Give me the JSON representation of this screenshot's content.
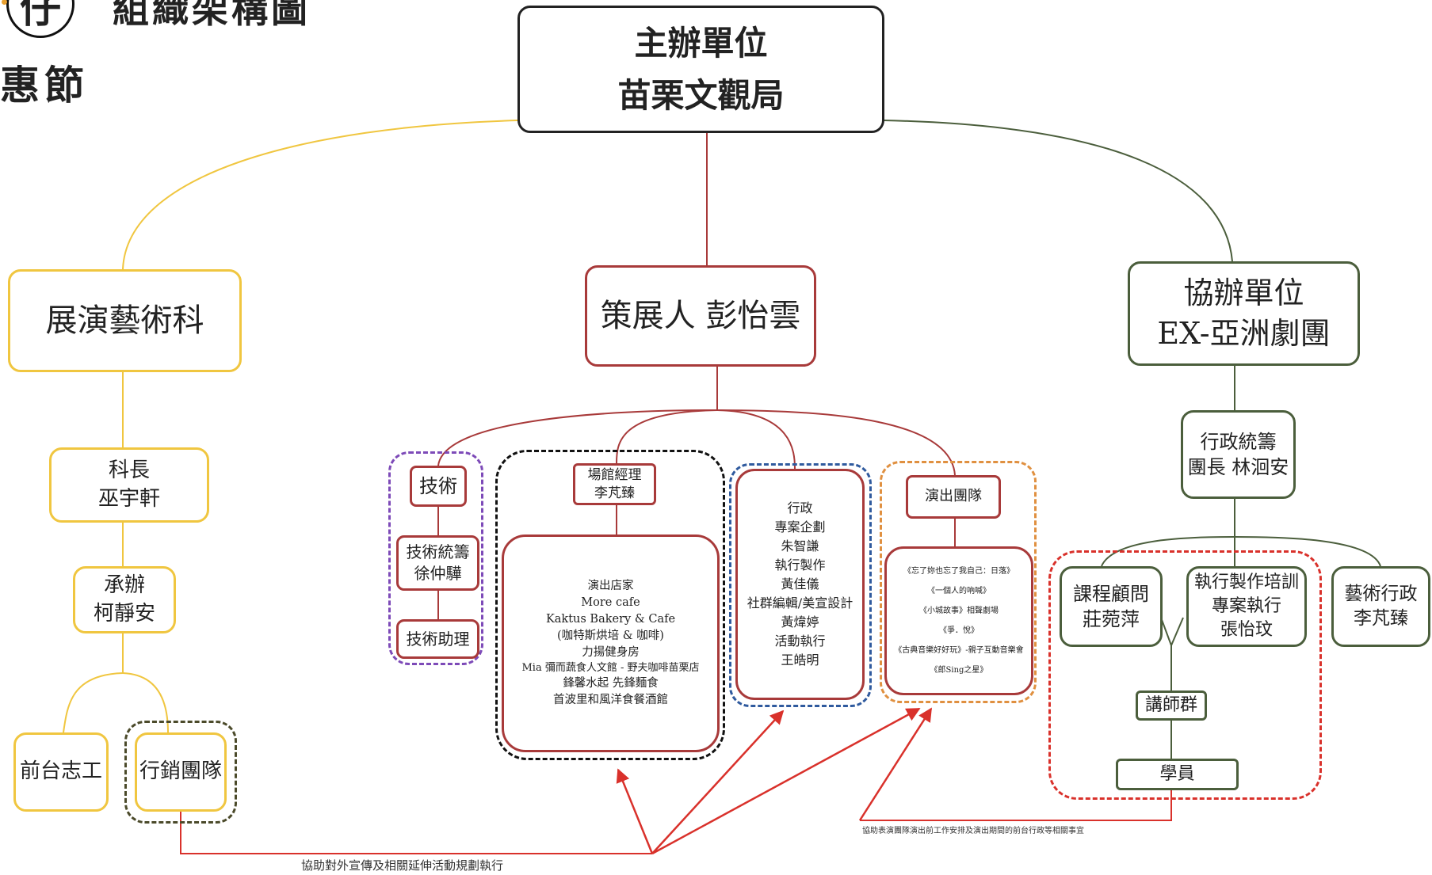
{
  "logo": {
    "glyph": "仔",
    "text": "惠節"
  },
  "title": "組織架構圖",
  "host": {
    "line1": "主辦單位",
    "line2": "苗栗文觀局"
  },
  "left": {
    "dept": "展演藝術科",
    "chief": {
      "line1": "科長",
      "line2": "巫宇軒"
    },
    "organizer": {
      "line1": "承辦",
      "line2": "柯靜安"
    },
    "volunteers": "前台志工",
    "marketing": "行銷團隊"
  },
  "center": {
    "curator": "策展人 彭怡雲",
    "tech": {
      "head": "技術",
      "lead": {
        "line1": "技術統籌",
        "line2": "徐仲驊"
      },
      "assistant": "技術助理"
    },
    "venue": {
      "manager": {
        "line1": "場館經理",
        "line2": "李芃臻"
      },
      "stores": [
        "演出店家",
        "More cafe",
        "Kaktus Bakery & Cafe",
        "(咖特斯烘培 &  咖啡)",
        "力揚健身房",
        "Mia 彌而蔬食人文館 - 野夫咖啡苗栗店",
        "鋒馨水起 先鋒麵食",
        "首波里和風洋食餐酒館"
      ]
    },
    "admin": [
      "行政",
      "專案企劃",
      "朱智謙",
      "執行製作",
      "黃佳儀",
      "社群編輯/美宣設計",
      "黃煒婷",
      "活動執行",
      "王皓明"
    ],
    "perf": {
      "head": "演出團隊",
      "shows": [
        "《忘了妳也忘了我自己：日落》",
        "《一個人的吶喊》",
        "《小城故事》相聲劇場",
        "《爭．悅》",
        "《古典音樂好好玩》-親子互動音樂會",
        "《郎Sing之星》"
      ]
    }
  },
  "right": {
    "co": {
      "line1": "協辦單位",
      "line2": "EX-亞洲劇團"
    },
    "admin_lead": {
      "line1": "行政統籌",
      "line2": "團長 林洄安"
    },
    "advisor": {
      "line1": "課程顧問",
      "line2": "莊菀萍"
    },
    "training": {
      "line1": "執行製作培訓",
      "line2": "專案執行",
      "line3": "張怡玟"
    },
    "arts_admin": {
      "line1": "藝術行政",
      "line2": "李芃臻"
    },
    "lecturers": "講師群",
    "students": "學員"
  },
  "notes": {
    "bottom": "協助對外宣傳及相關延伸活動規劃執行",
    "right": "協助表演團隊演出前工作安排及演出期間的前台行政等相關事宜"
  },
  "colors": {
    "yellow": "#f0c640",
    "red": "#a83a3a",
    "green": "#4b5e3c",
    "arrow": "#d9312b"
  }
}
